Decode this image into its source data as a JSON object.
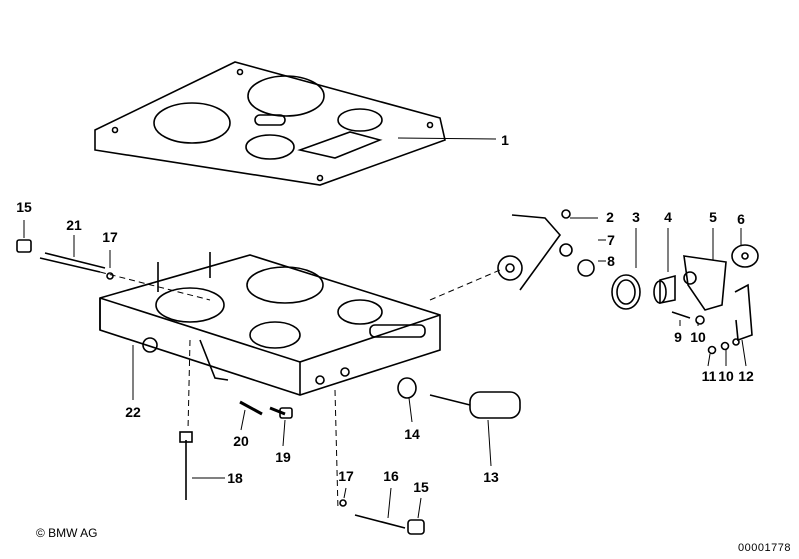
{
  "diagram": {
    "callouts": [
      "1",
      "2",
      "3",
      "4",
      "5",
      "6",
      "7",
      "8",
      "9",
      "10",
      "11",
      "10",
      "12",
      "15",
      "21",
      "17",
      "22",
      "20",
      "19",
      "18",
      "14",
      "13",
      "17",
      "16",
      "15"
    ],
    "copyright": "© BMW AG",
    "reference": "00001778"
  }
}
